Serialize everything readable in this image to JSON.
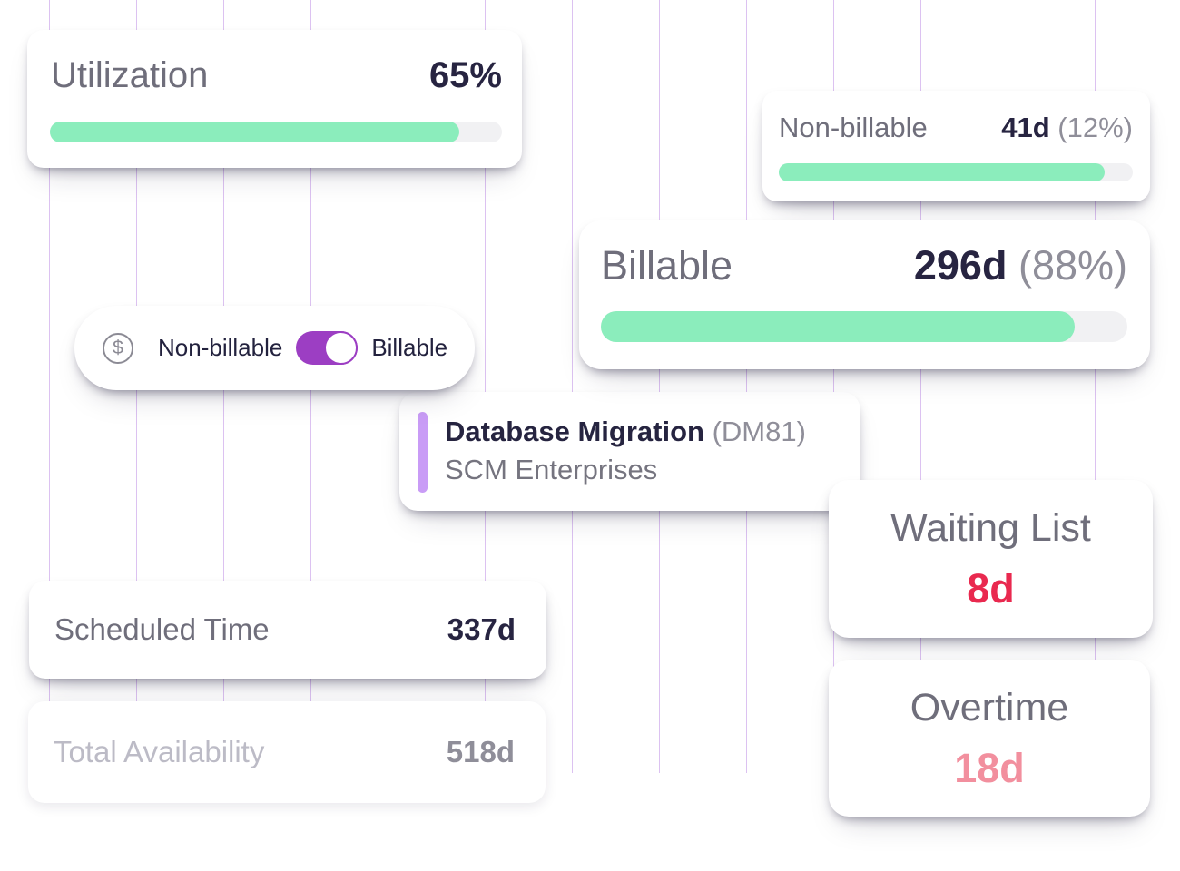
{
  "colors": {
    "accent_green": "#8BEDBC",
    "track_gray": "#F1F1F3",
    "toggle_purple": "#9C3EC3",
    "accent_purple_bar": "#C99CF6",
    "alert_red": "#E9294F",
    "soft_pink": "#F28F9E",
    "gridline_purple": "#DCC2F1"
  },
  "cards": {
    "utilization": {
      "label": "Utilization",
      "value": "65%",
      "fill_style": "width:90.5%"
    },
    "non_billable": {
      "label": "Non-billable",
      "value": "41d",
      "share": "(12%)",
      "fill_style": "width:92%"
    },
    "billable": {
      "label": "Billable",
      "value": "296d",
      "share": "(88%)",
      "fill_style": "width:90%"
    },
    "billing_toggle": {
      "dollar_symbol": "$",
      "off_label": "Non-billable",
      "on_label": "Billable",
      "state": "on"
    },
    "project": {
      "name": "Database Migration",
      "code": "(DM81)",
      "client": "SCM Enterprises"
    },
    "waiting_list": {
      "label": "Waiting List",
      "value": "8d"
    },
    "scheduled_time": {
      "label": "Scheduled Time",
      "value": "337d"
    },
    "total_availability": {
      "label": "Total Availability",
      "value": "518d"
    },
    "overtime": {
      "label": "Overtime",
      "value": "18d"
    }
  }
}
